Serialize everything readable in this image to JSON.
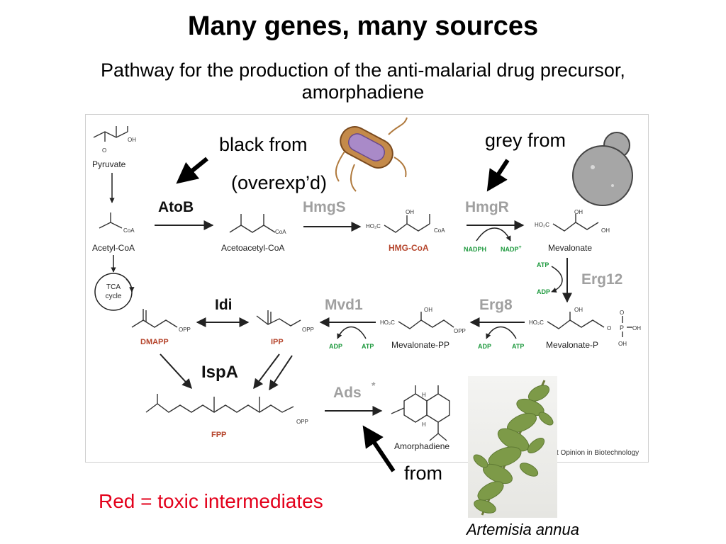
{
  "slide": {
    "title": "Many genes, many sources",
    "subtitle_line1": "Pathway for the production of the anti-malarial drug precursor,",
    "subtitle_line2": "amorphadiene"
  },
  "callouts": {
    "black_from": "black from",
    "overexpressed": "(overexp’d)",
    "grey_from": "grey from",
    "from": "from"
  },
  "legend": "Red = toxic intermediates",
  "caption": "Artemisia annua",
  "credit": "t Opinion in Biotechnology",
  "enzymes": {
    "atob": "AtoB",
    "hmgs": "HmgS",
    "hmgr": "HmgR",
    "erg12": "Erg12",
    "erg8": "Erg8",
    "mvd1": "Mvd1",
    "idi": "Idi",
    "ispa": "IspA",
    "ads": "Ads",
    "ads_star": "*"
  },
  "compounds": {
    "pyruvate": "Pyruvate",
    "acetyl_coa": "Acetyl-CoA",
    "tca": "TCA",
    "cycle": "cycle",
    "acetoacetyl_coa": "Acetoacetyl-CoA",
    "hmg_coa": "HMG-CoA",
    "mevalonate": "Mevalonate",
    "mevalonate_p": "Mevalonate-P",
    "mevalonate_pp": "Mevalonate-PP",
    "ipp": "IPP",
    "dmapp": "DMAPP",
    "fpp": "FPP",
    "amorphadiene": "Amorphadiene"
  },
  "cofactors": {
    "nadph": "NADPH",
    "nadp": "NADP",
    "nadp_sup": "+",
    "atp": "ATP",
    "adp": "ADP"
  },
  "atoms": {
    "oh": "OH",
    "o": "O",
    "p": "P",
    "coa": "CoA",
    "ho2c": "HO₂C",
    "opp": "OPP",
    "h": "H"
  },
  "colors": {
    "toxic": "#b5452c",
    "grey_enzyme": "#a0a0a0",
    "cofactor": "#1f9a3f",
    "legend_red": "#e3001b"
  }
}
